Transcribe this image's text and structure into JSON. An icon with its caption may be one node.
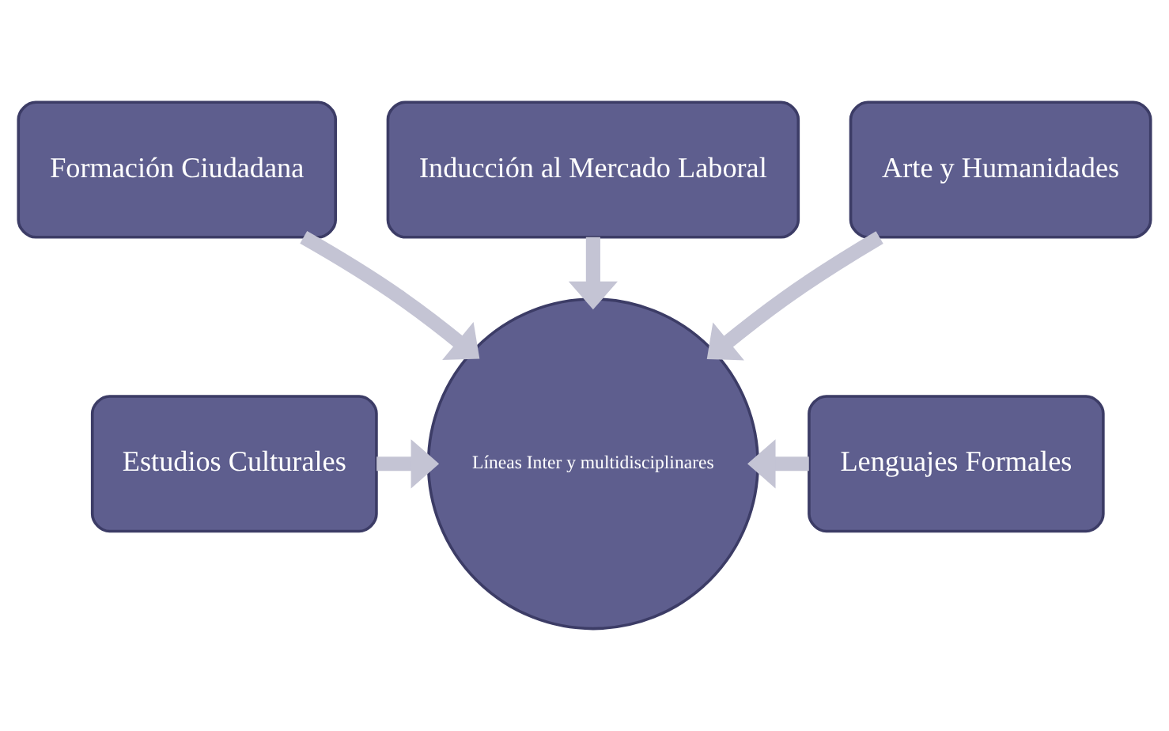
{
  "diagram": {
    "nodes": [
      {
        "text": [
          "Inducción al Mercado Laboral"
        ]
      },
      {
        "text": [
          "Formación Ciudadana"
        ]
      },
      {
        "text": [
          "Arte y Humanidades"
        ]
      },
      {
        "text": [
          "Estudios Culturales"
        ]
      },
      {
        "text": [
          "Líneas Inter y multidisciplinares"
        ]
      },
      {
        "text": [
          "Lenguajes Formales"
        ]
      }
    ],
    "edges": [
      {
        "from": 0,
        "to": 4,
        "arrow": "to"
      },
      {
        "from": 1,
        "to": 4,
        "arrow": "to"
      },
      {
        "from": 2,
        "to": 4,
        "arrow": "to"
      },
      {
        "from": 3,
        "to": 4,
        "arrow": "to"
      },
      {
        "from": 5,
        "to": 4,
        "arrow": "to"
      }
    ]
  }
}
